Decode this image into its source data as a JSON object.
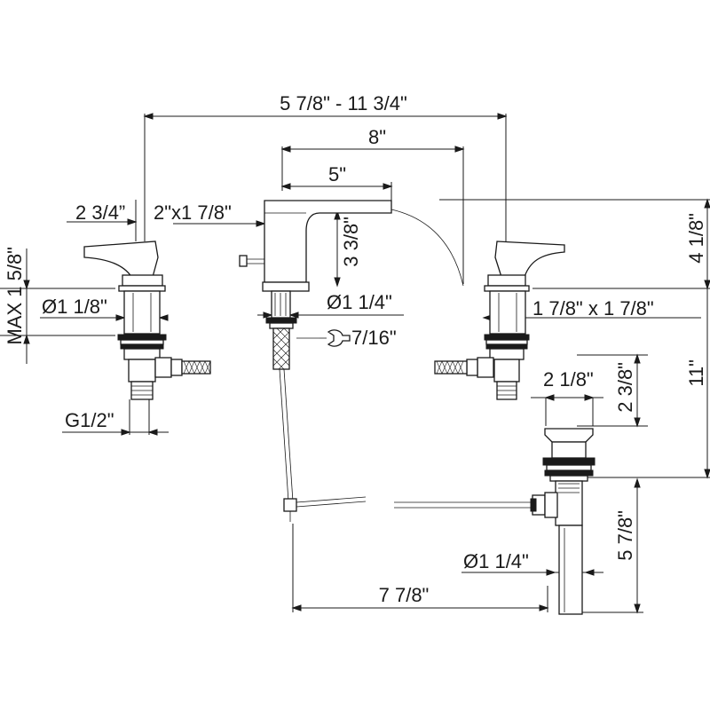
{
  "dimensions": {
    "overall_spread": "5 7/8\" - 11 3/4\"",
    "center_spread": "8\"",
    "spout_reach": "5\"",
    "handle_width": "2 3/4”",
    "spout_base": "2\"x1 7/8\"",
    "spout_height": "3 3/8\"",
    "handle_height": "4 1/8\"",
    "max_deck": "MAX 1 5/8\"",
    "handle_shank_dia": "Ø1 1/8\"",
    "spout_shank_dia": "Ø1 1/4\"",
    "wrench_size": "7/16\"",
    "handle_base": "1 7/8\" x 1 7/8\"",
    "inlet_thread": "G1/2\"",
    "drain_cap_dia": "2 1/8\"",
    "drain_cap_height": "2 3/8\"",
    "faucet_to_drain_height": "11\"",
    "drain_tail_dia": "Ø1 1/4\"",
    "drain_tail_length": "5 7/8\"",
    "drain_rod_length": "7 7/8\""
  },
  "icons": [
    "wrench-icon"
  ]
}
